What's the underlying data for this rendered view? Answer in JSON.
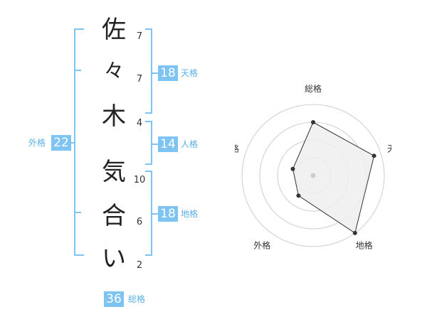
{
  "characters": [
    {
      "char": "佐",
      "strokes": "7"
    },
    {
      "char": "々",
      "strokes": "7"
    },
    {
      "char": "木",
      "strokes": "4"
    },
    {
      "char": "気",
      "strokes": "10"
    },
    {
      "char": "合",
      "strokes": "6"
    },
    {
      "char": "い",
      "strokes": "2"
    }
  ],
  "tenkaku": {
    "value": "18",
    "label": "天格"
  },
  "jinkaku": {
    "value": "14",
    "label": "人格"
  },
  "chikaku": {
    "value": "18",
    "label": "地格"
  },
  "gaikaku": {
    "value": "22",
    "label": "外格"
  },
  "soukaku": {
    "value": "36",
    "label": "総格"
  },
  "chart_data": {
    "type": "radar",
    "axes": [
      "総格",
      "天格",
      "地格",
      "外格",
      "人格"
    ],
    "values": [
      0.75,
      0.9,
      1.0,
      0.35,
      0.3
    ],
    "max": 1.0,
    "rings": 4,
    "fill": "#eeeeee",
    "stroke": "#333333"
  }
}
